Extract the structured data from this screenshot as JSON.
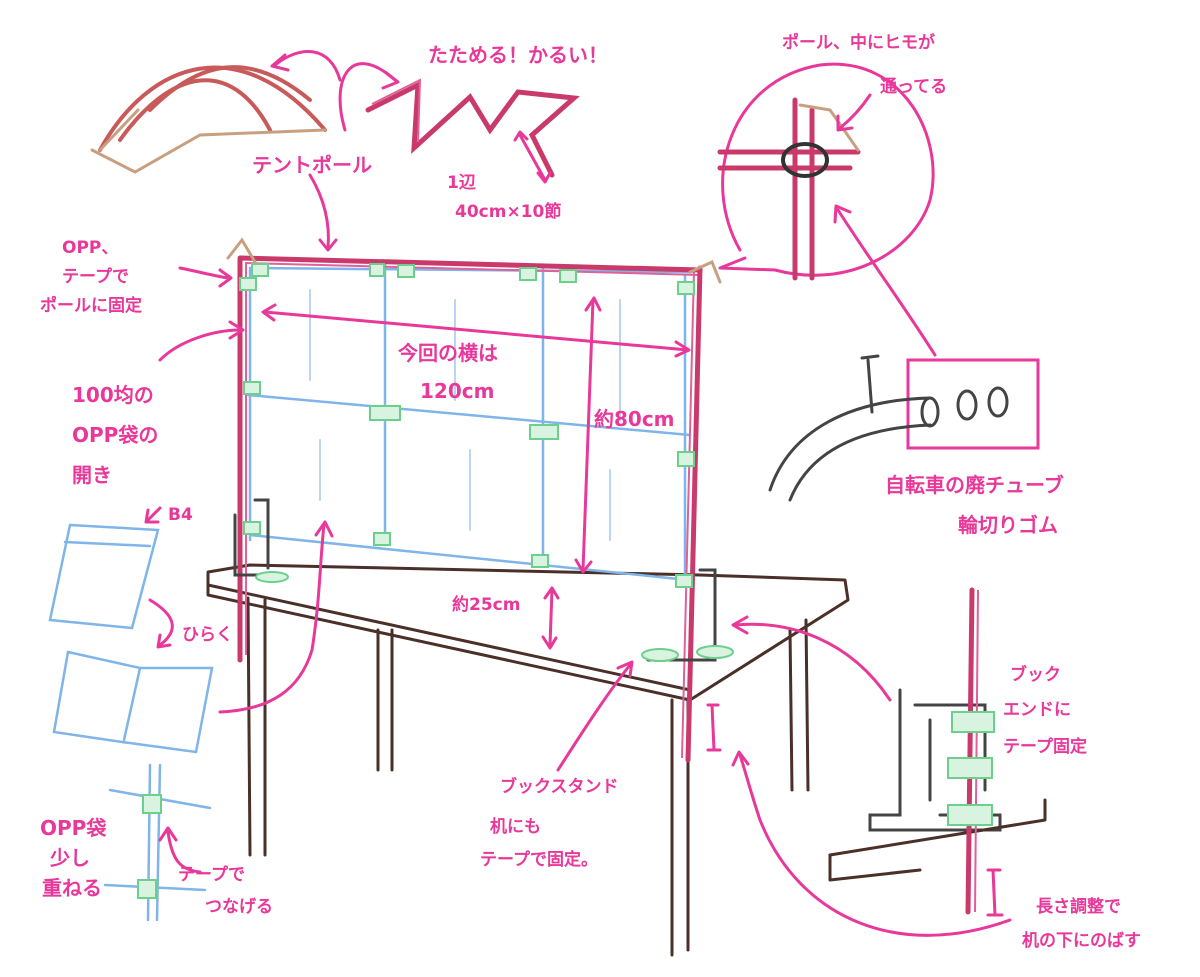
{
  "labels": {
    "foldable": "たためる！かるい！",
    "tent_pole": "テントポール",
    "segment_1": "1辺",
    "segment_2": "40cm×10節",
    "opp_tape_1": "OPP、",
    "opp_tape_2": "テープで",
    "opp_tape_3": "ポールに固定",
    "width_1": "今回の横は",
    "width_2": "120cm",
    "height_80": "約80cm",
    "height_25": "約25cm",
    "bag_1": "100均の",
    "bag_2": "OPP袋の",
    "bag_3": "開き",
    "b4": "B4",
    "open": "ひらく",
    "overlap_1": "OPP袋",
    "overlap_2": "少し",
    "overlap_3": "重ねる",
    "tape_join_1": "テープで",
    "tape_join_2": "つなげる",
    "elastic_1": "ポール、中にヒモが",
    "elastic_2": "通ってる",
    "bike_1": "自転車の廃チューブ",
    "bike_2": "輪切りゴム",
    "book_end_1": "ブック",
    "book_end_2": "エンドに",
    "book_end_3": "テープ固定",
    "stand_1": "ブックスタンド",
    "stand_2": "机にも",
    "stand_3": "テープで固定。",
    "adjust_1": "長さ調整で",
    "adjust_2": "机の下にのばす"
  },
  "colors": {
    "annotation": "#e8389a",
    "pole": "#c93a6a",
    "film": "#7fb5e8",
    "tape": "#6ccf8c",
    "table": "#4a3028"
  }
}
